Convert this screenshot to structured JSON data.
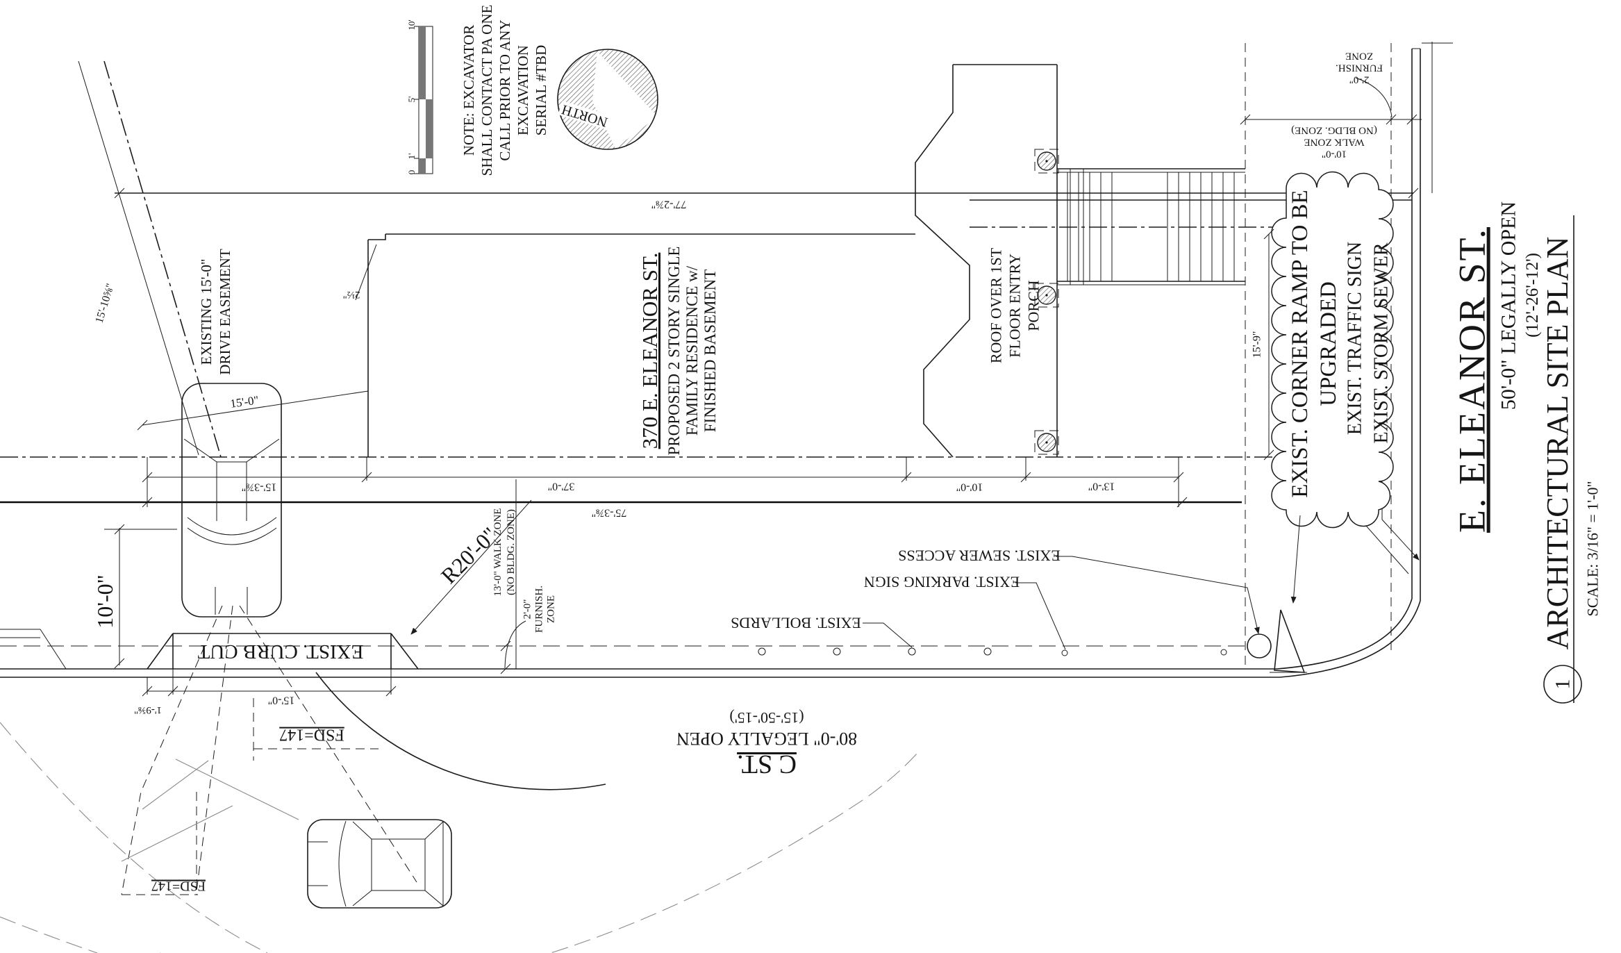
{
  "sheet": {
    "detail_number": "1",
    "title": "ARCHITECTURAL SITE PLAN",
    "scale_note": "SCALE: 3/16\" = 1'-0\""
  },
  "streets": {
    "eleanor": {
      "name": "E. ELEANOR ST.",
      "open_note": "50'-0\" LEGALLY OPEN",
      "split": "(12'-26'-12')"
    },
    "c": {
      "name": "C ST.",
      "open_note": "80'-0\" LEGALLY OPEN",
      "split": "(15'-50'-15')"
    }
  },
  "building": {
    "address": "370 E. ELEANOR ST.",
    "desc": [
      "PROPOSED 2 STORY SINGLE",
      "FAMILY RESIDENCE w/",
      "FINISHED BASEMENT"
    ]
  },
  "porch": [
    "ROOF OVER 1ST",
    "FLOOR ENTRY",
    "PORCH"
  ],
  "north_label": "NORTH",
  "scale_bar": {
    "t0": "0",
    "t1": "1'",
    "t5": "5'",
    "t10": "10'"
  },
  "excavation_note": [
    "NOTE:  EXCAVATOR",
    "SHALL CONTACT PA ONE",
    "CALL PRIOR TO ANY",
    "EXCAVATION",
    "SERIAL #TBD"
  ],
  "easement": [
    "EXISTING 15'-0\"",
    "DRIVE EASEMENT"
  ],
  "annotations": {
    "corner_ramp": [
      "EXIST. CORNER RAMP TO BE",
      "UPGRADED"
    ],
    "traffic_sign": "EXIST. TRAFFIC SIGN",
    "storm_sewer": "EXIST. STORM SEWER",
    "bollards": "EXIST. BOLLARDS",
    "parking_sign": "EXIST. PARKING SIGN",
    "sewer_access": "EXIST. SEWER ACCESS",
    "curb_cut": "EXIST. CURB CUT",
    "fsd_a": "FSD=147",
    "fsd_b": "FSD=147",
    "radius": "R20'-0\""
  },
  "zones": {
    "furnish_top": [
      "2'-0\"",
      "FURNISH.",
      "ZONE"
    ],
    "walk_top": [
      "10'-0\"",
      "WALK ZONE",
      "(NO BLDG. ZONE)"
    ],
    "walk_bottom": [
      "13'-0\" WALK ZONE",
      "(NO BLDG. ZONE)"
    ],
    "furnish_bottom": [
      "2'-0\"",
      "FURNISH.",
      "ZONE"
    ]
  },
  "dimensions": {
    "lot_width": "77'-2⅞\"",
    "bldg_width": "37'-0\"",
    "overall": "75'-3⅞\"",
    "gap10": "10'-0\"",
    "gap13": "13'-0\"",
    "side15": "15'-3⅞\"",
    "curbcut": "15'-0\"",
    "curb_offset": "1'-9⅝\"",
    "walk_left": "10'-0\"",
    "drive_width": "15'-0\"",
    "angled": "15'-10⅝\"",
    "porch_depth": "15'-9\"",
    "notch": "2½\""
  }
}
